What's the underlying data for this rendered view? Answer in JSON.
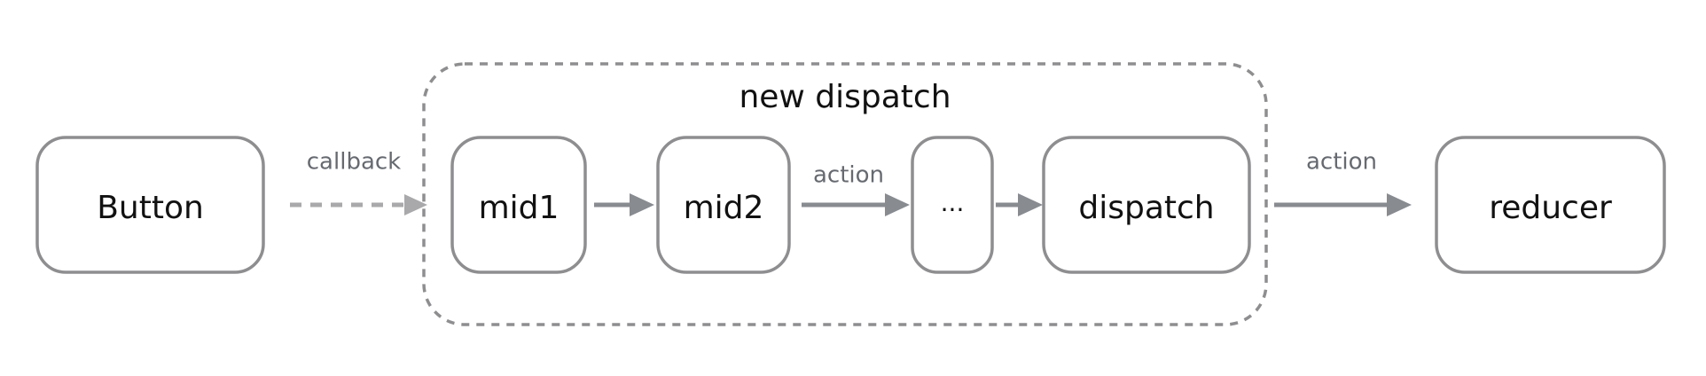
{
  "diagram": {
    "group": {
      "label": "new dispatch"
    },
    "nodes": [
      {
        "id": "button",
        "label": "Button"
      },
      {
        "id": "mid1",
        "label": "mid1"
      },
      {
        "id": "mid2",
        "label": "mid2"
      },
      {
        "id": "ellipsis",
        "label": "..."
      },
      {
        "id": "dispatch",
        "label": "dispatch"
      },
      {
        "id": "reducer",
        "label": "reducer"
      }
    ],
    "edges": [
      {
        "from": "button",
        "to": "mid1",
        "label": "callback",
        "style": "dashed"
      },
      {
        "from": "mid1",
        "to": "mid2",
        "label": "",
        "style": "solid"
      },
      {
        "from": "mid2",
        "to": "ellipsis",
        "label": "action",
        "style": "solid"
      },
      {
        "from": "ellipsis",
        "to": "dispatch",
        "label": "",
        "style": "solid"
      },
      {
        "from": "dispatch",
        "to": "reducer",
        "label": "action",
        "style": "solid"
      }
    ]
  },
  "colors": {
    "box_stroke": "#8e8e90",
    "arrow": "#888b90",
    "dashed_arrow": "#a9a9ab",
    "edge_label": "#666a70",
    "text": "#111111"
  }
}
